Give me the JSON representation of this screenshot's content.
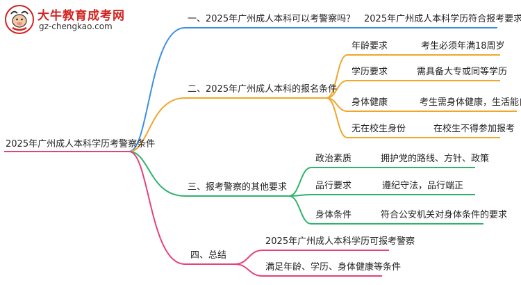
{
  "brand": {
    "title": "大牛教育成考网",
    "url": "gz-chengkao.com",
    "colors": {
      "title": "#d2231f",
      "mark": "#d2231f"
    }
  },
  "mindmap": {
    "root": "2025年广州成人本科学历考警察条件",
    "branch_colors": [
      "#3a8ee6",
      "#f0a62a",
      "#2fb36a",
      "#e8407a"
    ],
    "branches": [
      {
        "label": "一、2025年广州成人本科可以考警察吗？",
        "children": [
          {
            "label": "2025年广州成人本科学历符合报考要求"
          }
        ]
      },
      {
        "label": "二、2025年广州成人本科的报名条件",
        "children": [
          {
            "label": "年龄要求",
            "detail": "考生必须年满18周岁"
          },
          {
            "label": "学历要求",
            "detail": "需具备大专或同等学历"
          },
          {
            "label": "身体健康",
            "detail": "考生需身体健康，生活能自理"
          },
          {
            "label": "无在校生身份",
            "detail": "在校生不得参加报考"
          }
        ]
      },
      {
        "label": "三、报考警察的其他要求",
        "children": [
          {
            "label": "政治素质",
            "detail": "拥护党的路线、方针、政策"
          },
          {
            "label": "品行要求",
            "detail": "遵纪守法，品行端正"
          },
          {
            "label": "身体条件",
            "detail": "符合公安机关对身体条件的要求"
          }
        ]
      },
      {
        "label": "四、总结",
        "children": [
          {
            "label": "2025年广州成人本科学历可报考警察"
          },
          {
            "label": "满足年龄、学历、身体健康等条件"
          }
        ]
      }
    ]
  }
}
